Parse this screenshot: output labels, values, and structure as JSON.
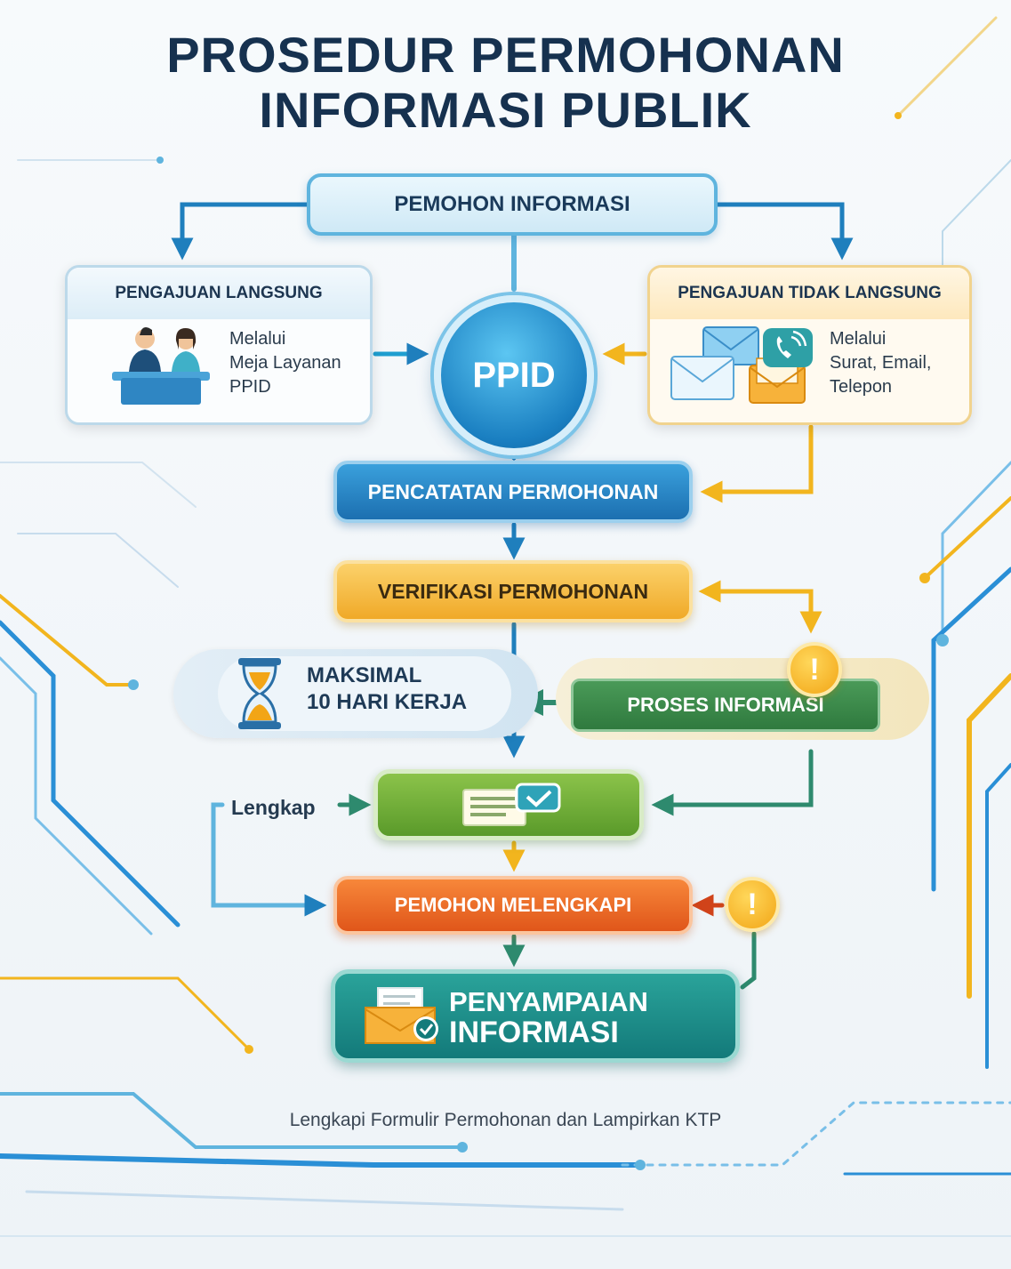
{
  "title": {
    "line1": "PROSEDUR PERMOHONAN",
    "line2": "INFORMASI PUBLIK"
  },
  "nodes": {
    "pemohon": "PEMOHON INFORMASI",
    "langsung": {
      "heading": "PENGAJUAN LANGSUNG",
      "text1": "Melalui",
      "text2": "Meja Layanan",
      "text3": "PPID"
    },
    "tidak_langsung": {
      "heading": "PENGAJUAN TIDAK LANGSUNG",
      "text1": "Melalui",
      "text2": "Surat, Email,",
      "text3": "Telepon"
    },
    "ppid": "PPID",
    "pencatatan": "PENCATATAN PERMOHONAN",
    "verifikasi": "VERIFIKASI PERMOHONAN",
    "maksimal": {
      "line1": "MAKSIMAL",
      "line2": "10 HARI KERJA"
    },
    "proses": "PROSES INFORMASI",
    "lengkap": "Lengkap",
    "melengkapi": "PEMOHON MELENGKAPI",
    "penyampaian": {
      "line1": "PENYAMPAIAN",
      "line2": "INFORMASI"
    }
  },
  "warning_symbol": "!",
  "footer": "Lengkapi Formulir Permohonan dan Lampirkan KTP",
  "icons": [
    "service-desk-icon",
    "envelope-icon",
    "phone-icon",
    "hourglass-icon",
    "document-check-icon",
    "mail-check-icon",
    "warning-icon"
  ],
  "colors": {
    "title": "#16314f",
    "blue": "#1c6fb0",
    "yellow": "#f0a928",
    "green": "#2f7a3e",
    "orange": "#e0561a",
    "teal": "#137a7a",
    "gold_line": "#f2b51e"
  }
}
